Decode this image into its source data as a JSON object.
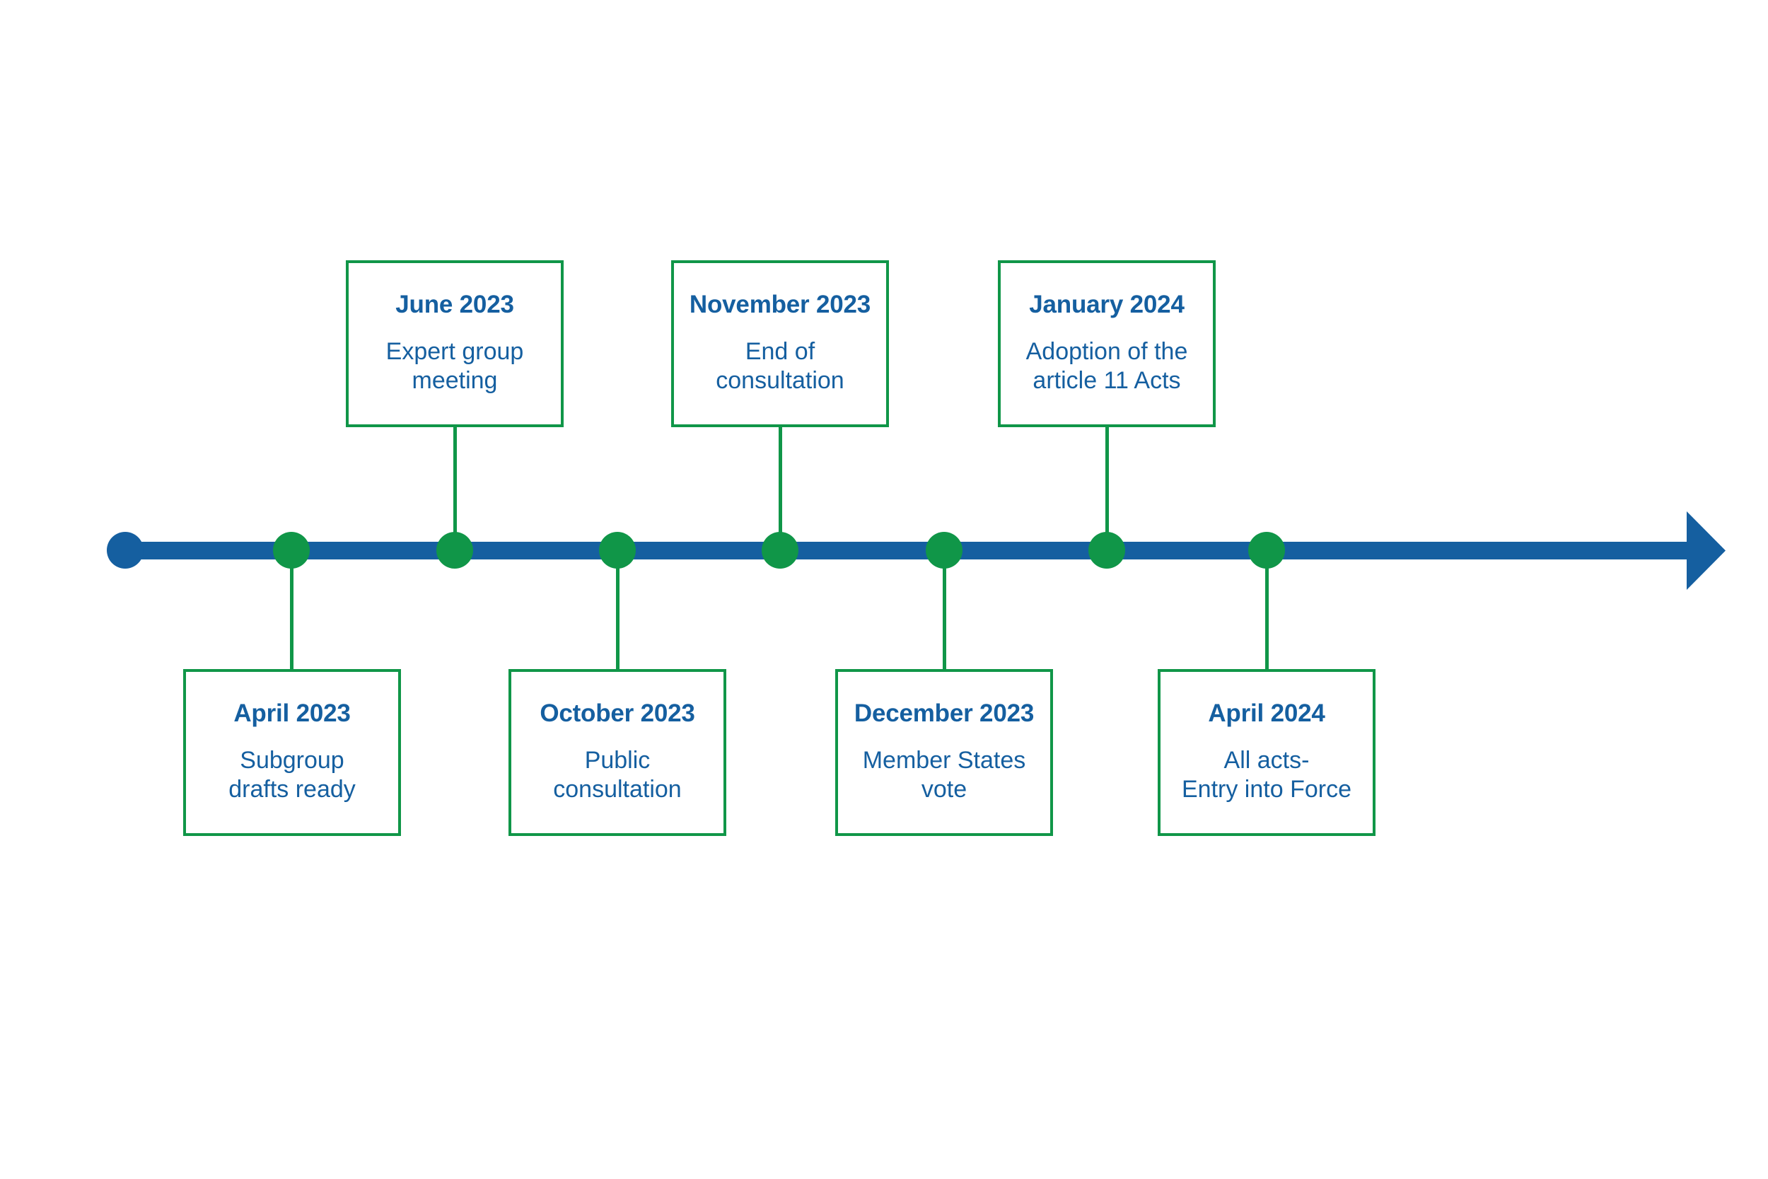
{
  "diagram": {
    "type": "timeline",
    "title": "",
    "orientation": "horizontal",
    "colors": {
      "blue": "#155FA0",
      "green": "#109648",
      "background": "#FFFFFF"
    },
    "axis": {
      "start_marker": "filled-circle",
      "end_marker": "arrowhead-right"
    },
    "milestones": [
      {
        "id": "april-2023",
        "date": "April 2023",
        "description": "Subgroup\ndrafts ready",
        "position": "below",
        "node_index": 1
      },
      {
        "id": "june-2023",
        "date": "June 2023",
        "description": "Expert group\nmeeting",
        "position": "above",
        "node_index": 2
      },
      {
        "id": "october-2023",
        "date": "October 2023",
        "description": "Public\nconsultation",
        "position": "below",
        "node_index": 3
      },
      {
        "id": "november-2023",
        "date": "November 2023",
        "description": "End of\nconsultation",
        "position": "above",
        "node_index": 4
      },
      {
        "id": "december-2023",
        "date": "December 2023",
        "description": "Member States\nvote",
        "position": "below",
        "node_index": 5
      },
      {
        "id": "january-2024",
        "date": "January 2024",
        "description": "Adoption of the\narticle 11 Acts",
        "position": "above",
        "node_index": 6
      },
      {
        "id": "april-2024",
        "date": "April 2024",
        "description": "All acts-\nEntry into Force",
        "position": "below",
        "node_index": 7
      }
    ]
  }
}
